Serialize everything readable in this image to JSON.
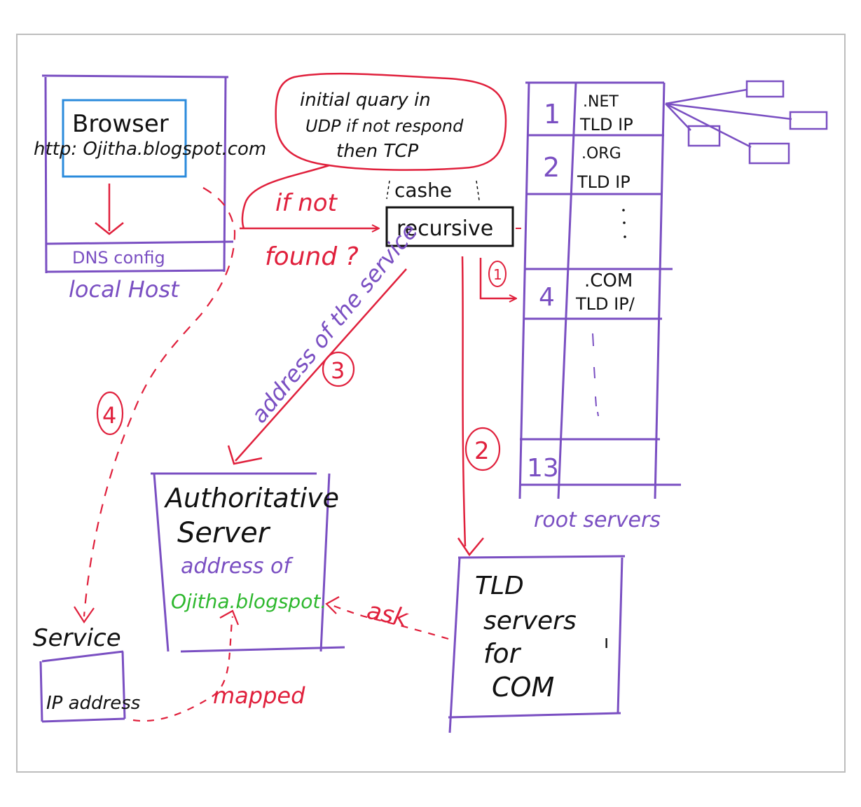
{
  "colors": {
    "purple": "#7a4fc2",
    "red": "#e0203c",
    "blue": "#2b8bdc",
    "green": "#2eb82e",
    "black": "#111111",
    "frame": "#bdbdbd"
  },
  "browser": {
    "label": "Browser",
    "url": "http: Ojitha.blogspot.com"
  },
  "local_host": {
    "dns_config": "DNS config",
    "label": "local Host"
  },
  "callout": {
    "line1": "initial quary in",
    "line2": "UDP if not respond",
    "line3": "then TCP"
  },
  "resolver": {
    "cache": "cashe",
    "recursive": "recursive",
    "if_not": "if not",
    "found": "found ?"
  },
  "root_servers": {
    "label": "root servers",
    "rows": [
      {
        "num": "1",
        "line1": ".NET",
        "line2": "TLD IP"
      },
      {
        "num": "2",
        "line1": ".ORG",
        "line2": "TLD IP"
      },
      {
        "num": "",
        "line1": "",
        "line2": ""
      },
      {
        "num": "4",
        "line1": ".COM",
        "line2": "TLD IP/"
      },
      {
        "num": "",
        "line1": "",
        "line2": ""
      },
      {
        "num": "13",
        "line1": "",
        "line2": ""
      }
    ]
  },
  "steps": {
    "step1": "1",
    "step2": "2",
    "step3": "3",
    "step3_text": "address of the service",
    "step4": "4"
  },
  "tld_servers": {
    "line1": "TLD",
    "line2": "servers",
    "line3": "for",
    "line4": "COM"
  },
  "authoritative": {
    "line1": "Authoritative",
    "line2": "Server",
    "address": "address of",
    "domain": "Ojitha.blogspot."
  },
  "service": {
    "label": "Service",
    "ip": "IP address"
  },
  "edges": {
    "ask": "ask",
    "mapped": "mapped"
  }
}
